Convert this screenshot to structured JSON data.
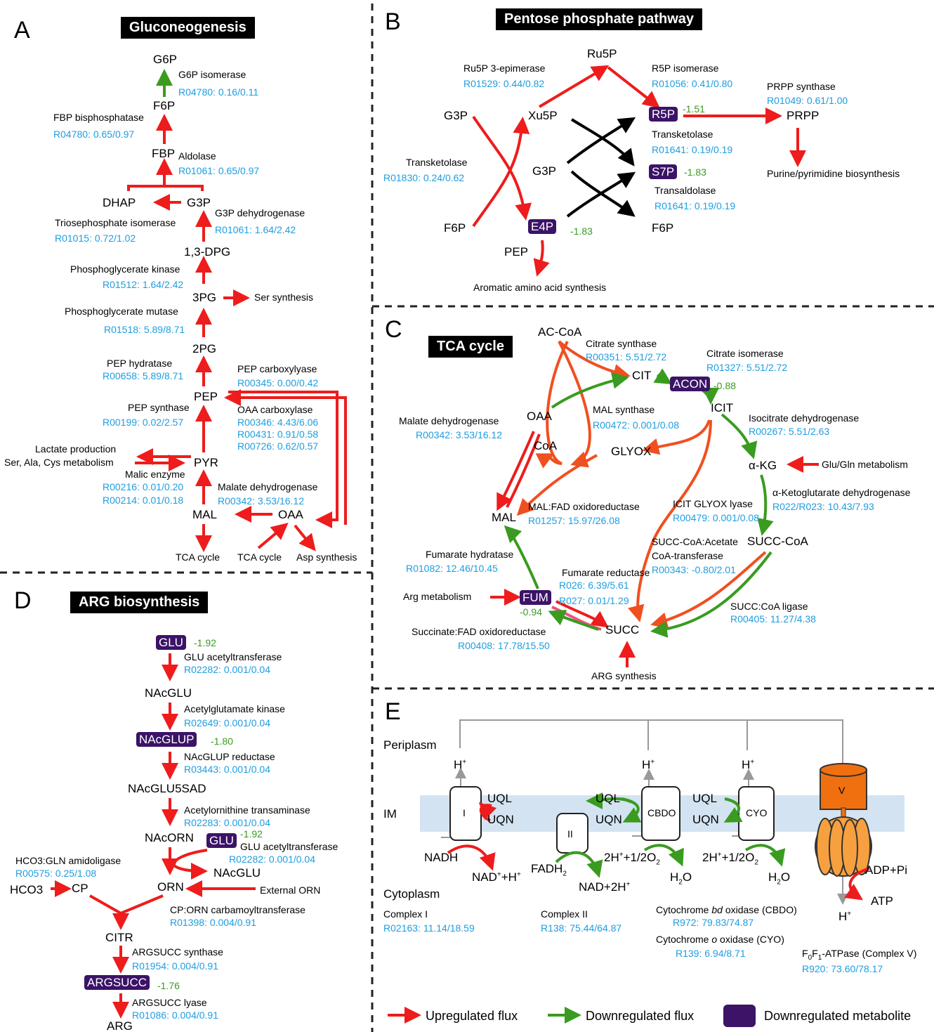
{
  "colors": {
    "up": "#ee1c1c",
    "down": "#3a9b20",
    "tca": "#f05020",
    "met_box": "#3b1367",
    "reaction_id": "#1e9de0",
    "membrane": "#d3e3f1",
    "atpase_v": "#f07010",
    "atpase_f1": "#f7a040"
  },
  "panels": {
    "A": "A",
    "B": "B",
    "C": "C",
    "D": "D",
    "E": "E"
  },
  "A": {
    "title": "Gluconeogenesis",
    "met": {
      "g6p": "G6P",
      "f6p": "F6P",
      "fbp": "FBP",
      "dhap": "DHAP",
      "g3p": "G3P",
      "dpg": "1,3-DPG",
      "pg3": "3PG",
      "ser": "Ser synthesis",
      "pg2": "2PG",
      "pep": "PEP",
      "pyr": "PYR",
      "lactate": "Lactate production",
      "saa": "Ser, Ala, Cys metabolism",
      "mal": "MAL",
      "oaa": "OAA",
      "tca1": "TCA cycle",
      "tca2": "TCA cycle",
      "asp": "Asp synthesis"
    },
    "enz": {
      "g6p_iso": "G6P isomerase",
      "fbpase": "FBP bisphosphatase",
      "aldolase": "Aldolase",
      "tpi": "Triosephosphate isomerase",
      "g3pdh": "G3P dehydrogenase",
      "pgk": "Phosphoglycerate kinase",
      "pgm": "Phosphoglycerate mutase",
      "pep_hyd": "PEP hydratase",
      "pep_carb": "PEP carboxylyase",
      "pep_syn": "PEP synthase",
      "oaa_carb": "OAA carboxylase",
      "malic": "Malic enzyme",
      "mdh": "Malate dehydrogenase"
    },
    "rid": {
      "g6p_iso": "R04780: 0.16/0.11",
      "fbpase": "R04780: 0.65/0.97",
      "aldolase": "R01061: 0.65/0.97",
      "tpi": "R01015: 0.72/1.02",
      "g3pdh": "R01061: 1.64/2.42",
      "pgk": "R01512: 1.64/2.42",
      "pgm": "R01518: 5.89/8.71",
      "pep_hyd": "R00658: 5.89/8.71",
      "pep_carb": "R00345: 0.00/0.42",
      "pep_syn": "R00199: 0.02/2.57",
      "oaa1": "R00346: 4.43/6.06",
      "oaa2": "R00431: 0.91/0.58",
      "oaa3": "R00726: 0.62/0.57",
      "malic1": "R00216: 0.01/0.20",
      "malic2": "R00214: 0.01/0.18",
      "mdh": "R00342: 3.53/16.12"
    }
  },
  "B": {
    "title": "Pentose phosphate pathway",
    "met": {
      "ru5p": "Ru5P",
      "g3p_l": "G3P",
      "xu5p": "Xu5P",
      "r5p": "R5P",
      "prpp": "PRPP",
      "purine": "Purine/pyrimidine biosynthesis",
      "g3p_m": "G3P",
      "s7p": "S7P",
      "f6p_l": "F6P",
      "e4p": "E4P",
      "f6p_r": "F6P",
      "pep": "PEP",
      "aromatic": "Aromatic amino acid synthesis"
    },
    "fc": {
      "r5p": "-1.51",
      "s7p": "-1.83",
      "e4p": "-1.83"
    },
    "enz": {
      "epim": "Ru5P 3-epimerase",
      "r5p_iso": "R5P isomerase",
      "prpp_syn": "PRPP synthase",
      "tk_r": "Transketolase",
      "tk_l": "Transketolase",
      "ta": "Transaldolase"
    },
    "rid": {
      "epim": "R01529: 0.44/0.82",
      "r5p_iso": "R01056: 0.41/0.80",
      "prpp_syn": "R01049: 0.61/1.00",
      "tk_r": "R01641: 0.19/0.19",
      "tk_l": "R01830: 0.24/0.62",
      "ta": "R01641: 0.19/0.19"
    }
  },
  "C": {
    "title": "TCA cycle",
    "met": {
      "accoa": "AC-CoA",
      "cit": "CIT",
      "acon": "ACON",
      "icit": "ICIT",
      "oaa": "OAA",
      "coa": "CoA",
      "glyox": "GLYOX",
      "akg": "α-KG",
      "glu_gln": "Glu/Gln metabolism",
      "mal": "MAL",
      "succcoa": "SUCC-CoA",
      "arg_met": "Arg metabolism",
      "fum": "FUM",
      "succ": "SUCC",
      "arg_syn": "ARG synthesis"
    },
    "fc": {
      "acon": "-0.88",
      "fum": "-0.94"
    },
    "enz": {
      "cs": "Citrate synthase",
      "ci": "Citrate isomerase",
      "ms": "MAL synthase",
      "icdh": "Isocitrate dehydrogenase",
      "mdh": "Malate dehydrogenase",
      "akgdh": "α-Ketoglutarate dehydrogenase",
      "malfad": "MAL:FAD oxidoreductase",
      "icl": "ICIT GLYOX lyase",
      "scat1": "SUCC-CoA:Acetate",
      "scat2": "CoA-transferase",
      "fh": "Fumarate hydratase",
      "frd": "Fumarate reductase",
      "scl": "SUCC:CoA ligase",
      "sdh": "Succinate:FAD oxidoreductase"
    },
    "rid": {
      "cs": "R00351: 5.51/2.72",
      "ci": "R01327: 5.51/2.72",
      "ms": "R00472: 0.001/0.08",
      "icdh": "R00267: 5.51/2.63",
      "mdh": "R00342: 3.53/16.12",
      "akgdh": "R022/R023: 10.43/7.93",
      "malfad": "R01257: 15.97/26.08",
      "icl": "R00479: 0.001/0.08",
      "scat": "R00343: -0.80/2.01",
      "fh": "R01082: 12.46/10.45",
      "frd1": "R026: 6.39/5.61",
      "frd2": "R027: 0.01/1.29",
      "scl": "R00405: 11.27/4.38",
      "sdh": "R00408: 17.78/15.50"
    }
  },
  "D": {
    "title": "ARG biosynthesis",
    "met": {
      "glu": "GLU",
      "nacglu": "NAcGLU",
      "nacglup": "NAcGLUP",
      "nacglu5sad": "NAcGLU5SAD",
      "nacorn": "NAcORN",
      "glu2": "GLU",
      "nacglu2": "NAcGLU",
      "hco3": "HCO3",
      "cp": "CP",
      "orn": "ORN",
      "ext_orn": "External ORN",
      "citr": "CITR",
      "argsucc": "ARGSUCC",
      "arg": "ARG"
    },
    "fc": {
      "glu": "-1.92",
      "nacglup": "-1.80",
      "glu2": "-1.92",
      "argsucc": "-1.76"
    },
    "enz": {
      "gat1": "GLU acetyltransferase",
      "agk": "Acetylglutamate kinase",
      "nagr": "NAcGLUP reductase",
      "aot": "Acetylornithine transaminase",
      "gat2": "GLU acetyltransferase",
      "cpsa": "HCO3:GLN amidoligase",
      "otc": "CP:ORN carbamoyltransferase",
      "ass": "ARGSUCC synthase",
      "asl": "ARGSUCC lyase"
    },
    "rid": {
      "gat1": "R02282: 0.001/0.04",
      "agk": "R02649: 0.001/0.04",
      "nagr": "R03443: 0.001/0.04",
      "aot": "R02283: 0.001/0.04",
      "gat2": "R02282: 0.001/0.04",
      "cpsa": "R00575: 0.25/1.08",
      "otc": "R01398: 0.004/0.91",
      "ass": "R01954: 0.004/0.91",
      "asl": "R01086: 0.004/0.91"
    }
  },
  "E": {
    "periplasm": "Periplasm",
    "im": "IM",
    "cytoplasm": "Cytoplasm",
    "hplus": "H",
    "hplus_sup": "+",
    "complex_labels": {
      "i": "I",
      "ii": "II",
      "cbdo": "CBDO",
      "cyo": "CYO",
      "v": "V"
    },
    "uql": "UQL",
    "uqn": "UQN",
    "nadh": "NADH",
    "nad_a": "NAD",
    "nad_sup": "+",
    "nad_b": "+H",
    "fadh": "FADH",
    "fadh_sub": "2",
    "nad2h": "NAD+2H",
    "h2o_pre": "2H",
    "h2o_mid": "+1/2O",
    "h2o_sub": "2",
    "h2o_a": "H",
    "h2o_b": "O",
    "adp": "ADP+Pi",
    "atp": "ATP",
    "cplx1": "Complex I",
    "cplx1_rid": "R02163: 11.14/18.59",
    "cplx2": "Complex II",
    "cplx2_rid": "R138: 75.44/64.87",
    "cbdo_a": "Cytochrome ",
    "cbdo_i": "bd",
    "cbdo_b": " oxidase (CBDO)",
    "cbdo_rid": "R972: 79.83/74.87",
    "cyo_a": "Cytochrome ",
    "cyo_i": "o",
    "cyo_b": " oxidase (CYO)",
    "cyo_rid": "R139: 6.94/8.71",
    "atpase_f": "F",
    "atpase_0": "0",
    "atpase_1": "1",
    "atpase_rest": "-ATPase (Complex V)",
    "atpase_rid": "R920: 73.60/78.17"
  },
  "legend": {
    "up": "Upregulated flux",
    "down": "Downregulated flux",
    "met": "Downregulated metabolite"
  }
}
